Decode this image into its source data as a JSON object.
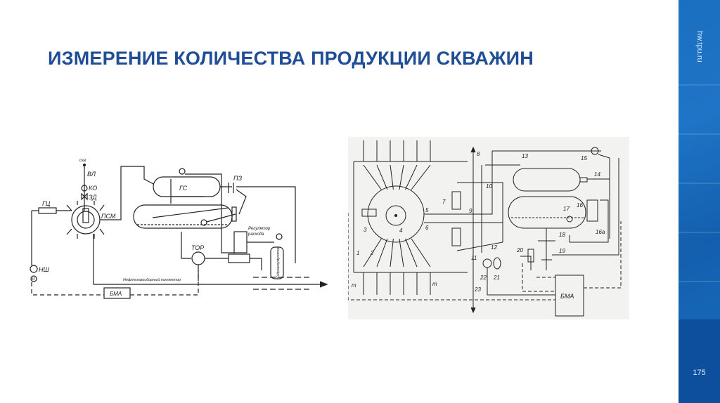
{
  "slide": {
    "title": "ИЗМЕРЕНИЕ КОЛИЧЕСТВА ПРОДУКЦИИ СКВАЖИН",
    "site": "hw.tpu.ru",
    "page_number": "175",
    "accent_color": "#1f4e96",
    "sidebar_color": "#1a6cbd"
  },
  "left_diagram": {
    "labels": {
      "well": "скв",
      "vl": "ВЛ",
      "ko": "КО",
      "zd": "ЗД",
      "gc": "ГЦ",
      "psm": "ПСМ",
      "gs": "ГС",
      "pz": "ПЗ",
      "regulator_1": "Регулятор",
      "regulator_2": "расхода",
      "tor": "ТОР",
      "accumulator": "Гидроаккумулятор",
      "nsh": "НШ",
      "motor": "М",
      "collector": "Нефтегазосборный коллектор",
      "bma": "БМА"
    }
  },
  "right_diagram": {
    "numbers": [
      "1",
      "2",
      "3",
      "4",
      "5",
      "6",
      "7",
      "8",
      "9",
      "10",
      "11",
      "12",
      "13",
      "14",
      "15",
      "16",
      "16а",
      "17",
      "18",
      "19",
      "20",
      "21",
      "22",
      "23"
    ],
    "m": "m",
    "bma": "БМА"
  }
}
